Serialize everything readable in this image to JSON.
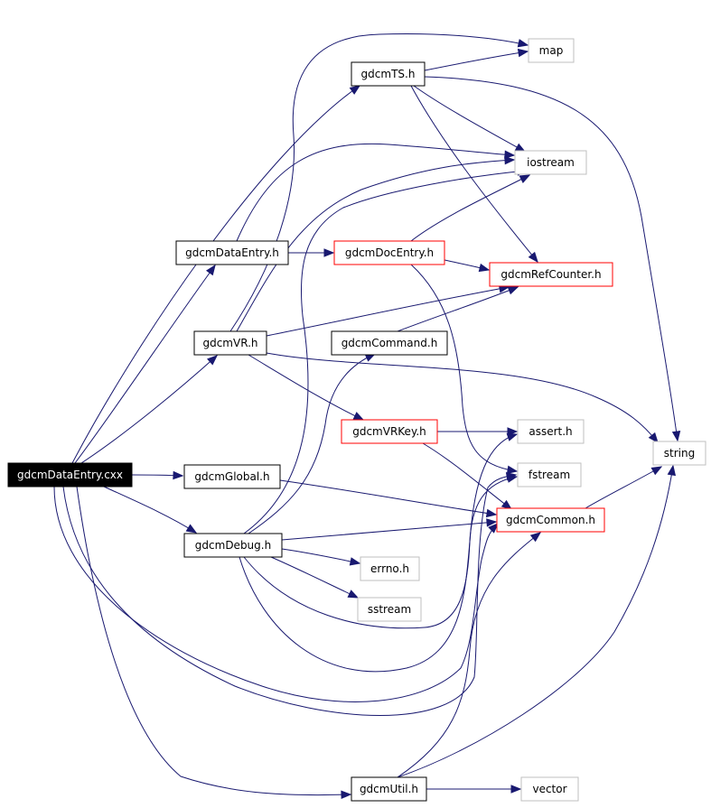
{
  "diagram": {
    "title": "",
    "colors": {
      "edge": "#191970",
      "root_fill": "#000000",
      "root_text": "#ffffff",
      "internal_border": "#000000",
      "truncated_border": "#ff0000",
      "external_border": "#bfbfbf",
      "external_text": "#000000",
      "node_fill": "#ffffff"
    },
    "nodes": [
      {
        "id": "dataentry_cxx",
        "label": "gdcmDataEntry.cxx",
        "kind": "root"
      },
      {
        "id": "ts_h",
        "label": "gdcmTS.h",
        "kind": "internal"
      },
      {
        "id": "map",
        "label": "map",
        "kind": "external"
      },
      {
        "id": "iostream",
        "label": "iostream",
        "kind": "external"
      },
      {
        "id": "dataentry_h",
        "label": "gdcmDataEntry.h",
        "kind": "internal"
      },
      {
        "id": "docentry_h",
        "label": "gdcmDocEntry.h",
        "kind": "truncated"
      },
      {
        "id": "refcounter_h",
        "label": "gdcmRefCounter.h",
        "kind": "truncated"
      },
      {
        "id": "vr_h",
        "label": "gdcmVR.h",
        "kind": "internal"
      },
      {
        "id": "command_h",
        "label": "gdcmCommand.h",
        "kind": "internal"
      },
      {
        "id": "vrkey_h",
        "label": "gdcmVRKey.h",
        "kind": "truncated"
      },
      {
        "id": "assert_h",
        "label": "assert.h",
        "kind": "external"
      },
      {
        "id": "string",
        "label": "string",
        "kind": "external"
      },
      {
        "id": "global_h",
        "label": "gdcmGlobal.h",
        "kind": "internal"
      },
      {
        "id": "fstream",
        "label": "fstream",
        "kind": "external"
      },
      {
        "id": "common_h",
        "label": "gdcmCommon.h",
        "kind": "truncated"
      },
      {
        "id": "debug_h",
        "label": "gdcmDebug.h",
        "kind": "internal"
      },
      {
        "id": "errno_h",
        "label": "errno.h",
        "kind": "external"
      },
      {
        "id": "sstream",
        "label": "sstream",
        "kind": "external"
      },
      {
        "id": "util_h",
        "label": "gdcmUtil.h",
        "kind": "internal"
      },
      {
        "id": "vector",
        "label": "vector",
        "kind": "external"
      }
    ],
    "edges": [
      {
        "from": "dataentry_cxx",
        "to": "ts_h"
      },
      {
        "from": "dataentry_cxx",
        "to": "dataentry_h"
      },
      {
        "from": "dataentry_cxx",
        "to": "vr_h"
      },
      {
        "from": "dataentry_cxx",
        "to": "global_h"
      },
      {
        "from": "dataentry_cxx",
        "to": "debug_h"
      },
      {
        "from": "dataentry_cxx",
        "to": "util_h"
      },
      {
        "from": "dataentry_cxx",
        "to": "fstream"
      },
      {
        "from": "dataentry_cxx",
        "to": "common_h"
      },
      {
        "from": "ts_h",
        "to": "map"
      },
      {
        "from": "ts_h",
        "to": "iostream"
      },
      {
        "from": "ts_h",
        "to": "refcounter_h"
      },
      {
        "from": "ts_h",
        "to": "string"
      },
      {
        "from": "dataentry_h",
        "to": "docentry_h"
      },
      {
        "from": "dataentry_h",
        "to": "iostream"
      },
      {
        "from": "docentry_h",
        "to": "refcounter_h"
      },
      {
        "from": "docentry_h",
        "to": "iostream"
      },
      {
        "from": "docentry_h",
        "to": "fstream"
      },
      {
        "from": "vr_h",
        "to": "map"
      },
      {
        "from": "vr_h",
        "to": "iostream"
      },
      {
        "from": "vr_h",
        "to": "refcounter_h"
      },
      {
        "from": "vr_h",
        "to": "vrkey_h"
      },
      {
        "from": "vr_h",
        "to": "string"
      },
      {
        "from": "command_h",
        "to": "refcounter_h"
      },
      {
        "from": "vrkey_h",
        "to": "assert_h"
      },
      {
        "from": "vrkey_h",
        "to": "common_h"
      },
      {
        "from": "global_h",
        "to": "common_h"
      },
      {
        "from": "common_h",
        "to": "string"
      },
      {
        "from": "debug_h",
        "to": "common_h"
      },
      {
        "from": "debug_h",
        "to": "errno_h"
      },
      {
        "from": "debug_h",
        "to": "sstream"
      },
      {
        "from": "debug_h",
        "to": "iostream"
      },
      {
        "from": "debug_h",
        "to": "command_h"
      },
      {
        "from": "debug_h",
        "to": "assert_h"
      },
      {
        "from": "debug_h",
        "to": "fstream"
      },
      {
        "from": "util_h",
        "to": "common_h"
      },
      {
        "from": "util_h",
        "to": "vector"
      },
      {
        "from": "util_h",
        "to": "string"
      }
    ]
  }
}
